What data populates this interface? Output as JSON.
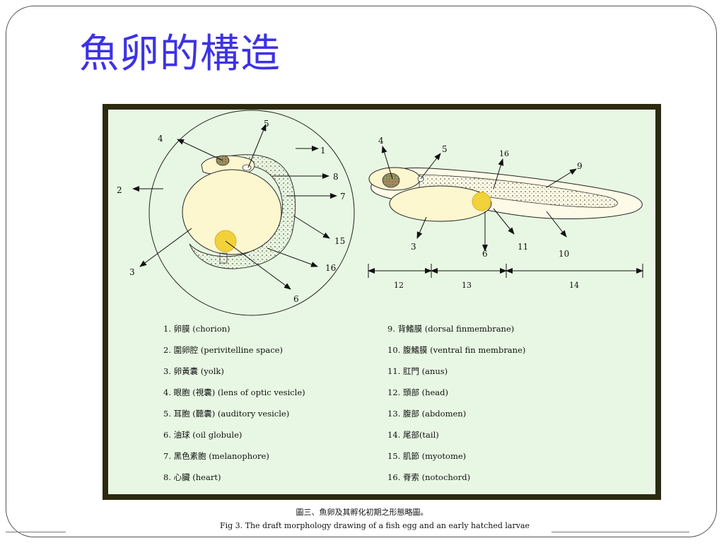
{
  "slide": {
    "title": "魚卵的構造"
  },
  "figure": {
    "egg_labels": [
      "4",
      "5",
      "1",
      "2",
      "8",
      "7",
      "15",
      "16",
      "3",
      "6"
    ],
    "larva_labels": [
      "4",
      "5",
      "16",
      "9",
      "3",
      "6",
      "11",
      "10"
    ],
    "segments": [
      "12",
      "13",
      "14"
    ],
    "legend_left": [
      "1. 卵膜 (chorion)",
      "2. 圍卵腔 (perivitelline space)",
      "3. 卵黃囊 (yolk)",
      "4. 眼胞 (視囊) (lens of optic vesicle)",
      "5. 耳胞 (聽囊) (auditory vesicle)",
      "6. 油球 (oil globule)",
      "7. 黑色素胞 (melanophore)",
      "8. 心臟 (heart)"
    ],
    "legend_right": [
      "9. 背鰭膜 (dorsal finmembrane)",
      "10. 腹鰭膜 (ventral fin membrane)",
      "11. 肛門 (anus)",
      "12. 頭部 (head)",
      "13. 腹部 (abdomen)",
      "14. 尾部(tail)",
      "15. 肌節 (myotome)",
      "16. 脊索 (notochord)"
    ],
    "colors": {
      "background": "#e8f7e3",
      "border": "#2b2a10",
      "yolk": "#fdf7cf",
      "oil_globule": "#f2d23a",
      "title": "#3d32e6"
    }
  },
  "caption": {
    "zh": "圖三、魚卵及其孵化初期之形態略圖。",
    "en": "Fig 3. The draft morphology drawing of a fish egg and an early hatched larvae"
  }
}
